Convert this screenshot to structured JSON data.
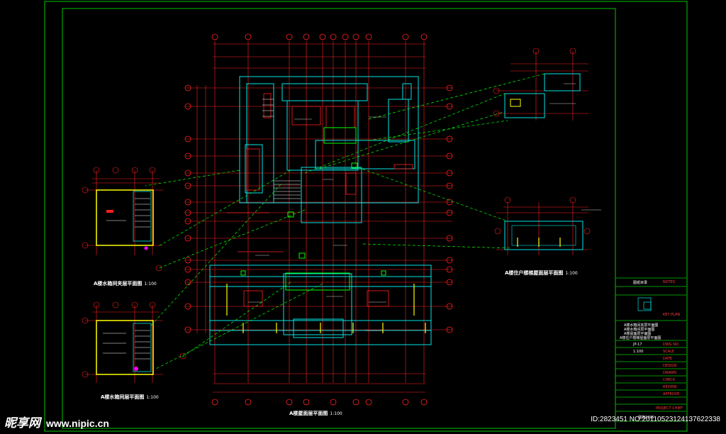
{
  "drawing": {
    "colors": {
      "background": "#000000",
      "frame": "#00c800",
      "wall": "#00e5e5",
      "axis": "#ff2020",
      "dim": "#ff2020",
      "text": "#ffffff",
      "leader": "#00ff00",
      "door": "#ffff00",
      "magenta": "#ff00ff"
    },
    "captions": {
      "main_plan": "A楼屋面层平面图",
      "main_scale": "1:100",
      "cistern_plan_1": "A楼水箱间夹层平面图",
      "cistern_scale_1": "1:100",
      "cistern_plan_2": "A楼水箱间层平面图",
      "cistern_scale_2": "1:100",
      "household_plan": "A楼住户楼梯屋面层平面图",
      "household_scale": "1:100"
    },
    "title_block": {
      "rows": [
        {
          "cn": "图纸目录",
          "en": "NOTES"
        },
        {
          "cn": "",
          "en": "KEY PLAN"
        },
        {
          "cn": "A楼水箱间夹层平面图",
          "en": ""
        },
        {
          "cn": "A楼水箱间层平面图",
          "en": ""
        },
        {
          "cn": "A楼屋面层平面图",
          "en": ""
        },
        {
          "cn": "A楼住户楼梯屋面层平面图",
          "en": ""
        },
        {
          "cn": "JP-17",
          "en": "DWG NO."
        },
        {
          "cn": "1:100",
          "en": "SCALE"
        },
        {
          "cn": "",
          "en": "DATE"
        },
        {
          "cn": "",
          "en": "DESIGN"
        },
        {
          "cn": "",
          "en": "DRAWN"
        },
        {
          "cn": "",
          "en": "CHECK"
        },
        {
          "cn": "",
          "en": "REVIEW"
        },
        {
          "cn": "",
          "en": "APPROVE"
        },
        {
          "cn": "",
          "en": "PROJECT CHIEF"
        },
        {
          "cn": "建施1205",
          "en": ""
        }
      ]
    }
  },
  "watermark": {
    "brand": "昵享网",
    "url": "www.nipic.cn",
    "id_text": "ID:2823451 NO:20110523124137622338"
  }
}
